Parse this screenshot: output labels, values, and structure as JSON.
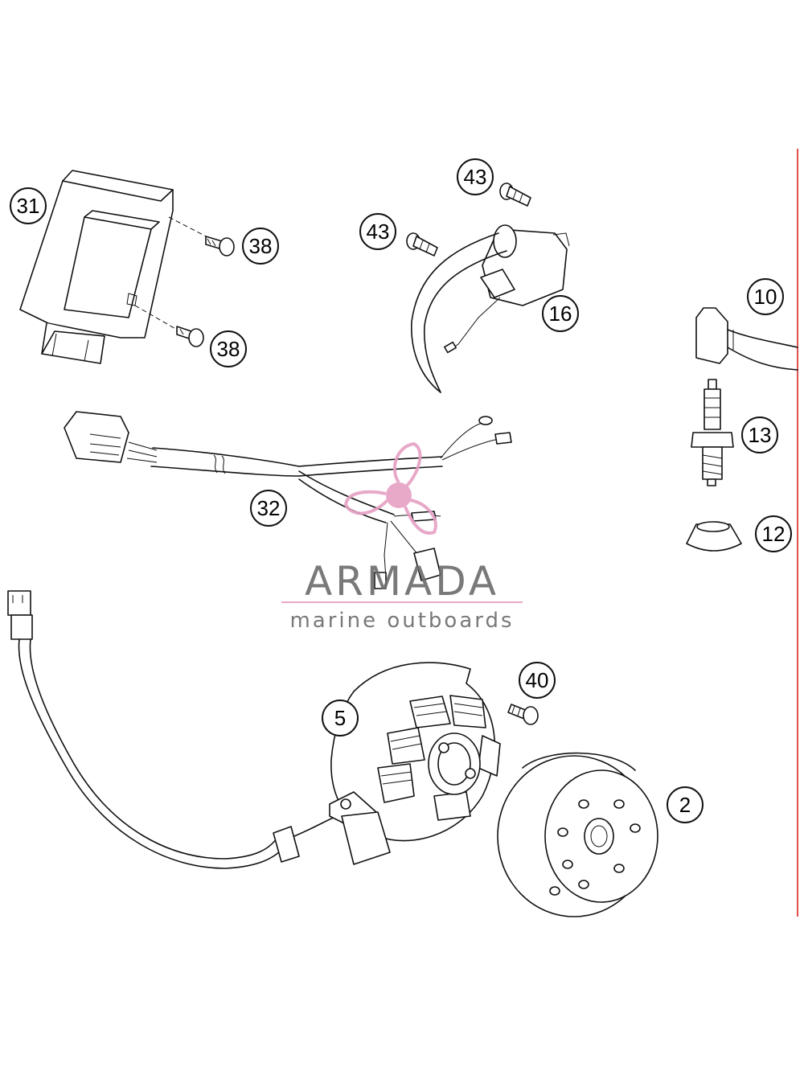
{
  "diagram": {
    "callouts": [
      "31",
      "38",
      "38",
      "43",
      "43",
      "16",
      "10",
      "13",
      "12",
      "32",
      "5",
      "40",
      "2"
    ]
  },
  "watermark": {
    "brand": "ARMADA",
    "tagline": "marine outboards"
  },
  "colors": {
    "line": "#111111",
    "watermark_text": "#6b6b6b",
    "watermark_accent": "#e6a0c4",
    "edge_line": "#e05050"
  }
}
